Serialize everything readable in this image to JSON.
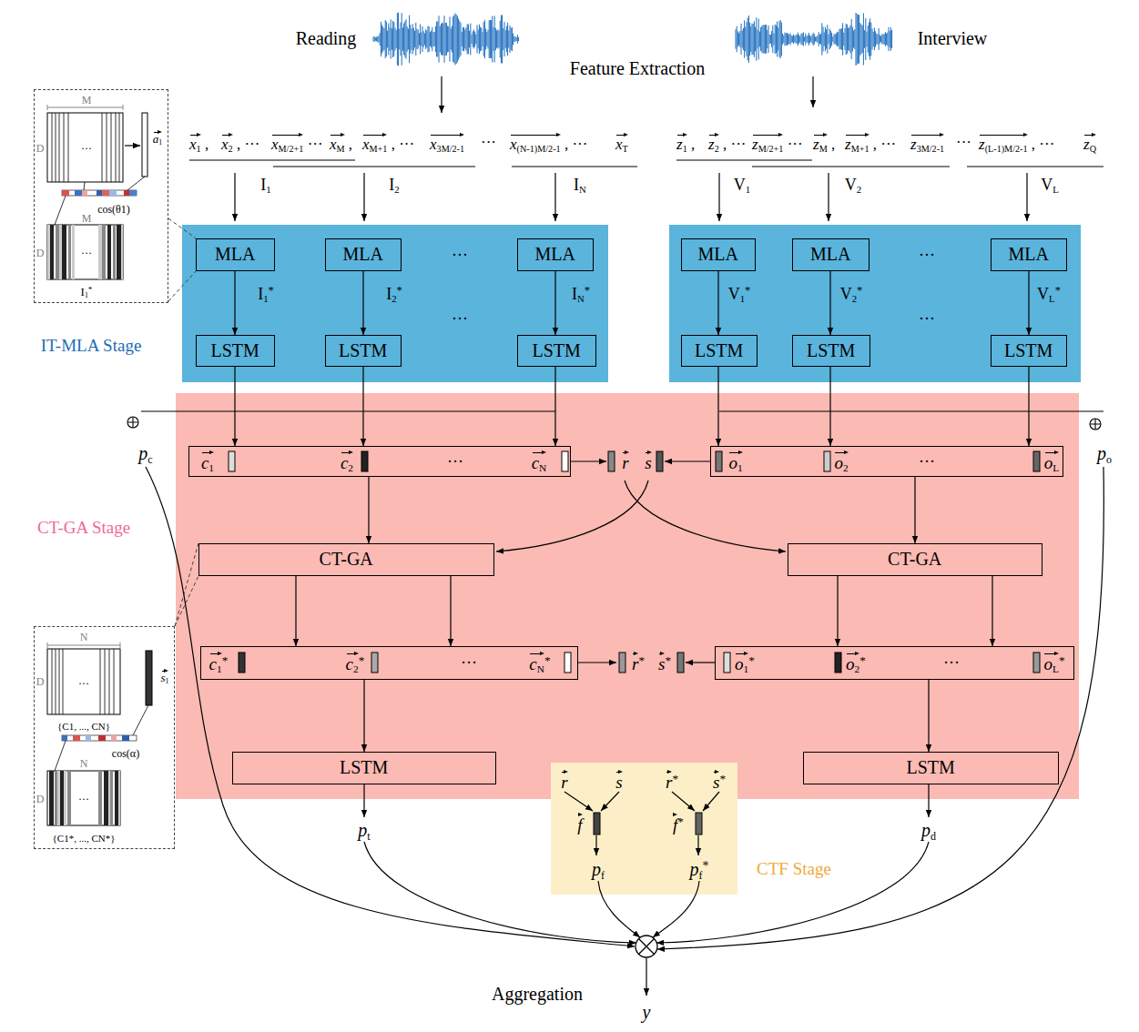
{
  "diagram": {
    "nodes": [
      {
        "text": [
          "IT-MLA Stage",
          "···",
          "···"
        ]
      },
      {
        "text": [
          "MLA"
        ],
        "in": 0
      },
      {
        "text": [
          "MLA"
        ],
        "in": 0
      },
      {
        "text": [
          "MLA"
        ],
        "in": 0
      },
      {
        "text": [
          "LSTM"
        ],
        "in": 0
      },
      {
        "text": [
          "LSTM"
        ],
        "in": 0
      },
      {
        "text": [
          "LSTM"
        ],
        "in": 0
      },
      {
        "text": [
          "···",
          "···"
        ]
      },
      {
        "text": [
          "MLA"
        ],
        "in": 7
      },
      {
        "text": [
          "MLA"
        ],
        "in": 7
      },
      {
        "text": [
          "MLA"
        ],
        "in": 7
      },
      {
        "text": [
          "LSTM"
        ],
        "in": 7
      },
      {
        "text": [
          "LSTM"
        ],
        "in": 7
      },
      {
        "text": [
          "LSTM"
        ],
        "in": 7
      },
      {
        "text": [
          "CT-GA Stage"
        ]
      },
      {
        "text": [
          "c1",
          "c2",
          "···",
          "cN"
        ],
        "in": 14
      },
      {
        "text": [
          "o1",
          "o2",
          "···",
          "oL"
        ],
        "in": 14
      },
      {
        "text": [
          "CT-GA"
        ],
        "in": 14
      },
      {
        "text": [
          "CT-GA"
        ],
        "in": 14
      },
      {
        "text": [
          "c1*",
          "c2*",
          "···",
          "cN*"
        ],
        "in": 14
      },
      {
        "text": [
          "o1*",
          "o2*",
          "···",
          "oL*"
        ],
        "in": 14
      },
      {
        "text": [
          "LSTM"
        ],
        "in": 14
      },
      {
        "text": [
          "LSTM"
        ],
        "in": 14
      },
      {
        "text": [
          "r",
          "s",
          "f",
          "r*",
          "s*",
          "f*",
          "pf",
          "pf*",
          "CTF Stage"
        ]
      },
      {
        "text": [
          "M",
          "D",
          "···",
          "a1",
          "cos(θ1)",
          "M",
          "D",
          "···",
          "I1*"
        ]
      },
      {
        "text": [
          "N",
          "D",
          "···",
          "s1",
          "{C1, ..., CN}",
          "cos(α)",
          "N",
          "D",
          "···",
          "{C1*, ..., CN*}"
        ]
      }
    ],
    "edges": [
      {
        "from": 1,
        "to": 4,
        "arrow": "to"
      },
      {
        "from": 2,
        "to": 5,
        "arrow": "to"
      },
      {
        "from": 3,
        "to": 6,
        "arrow": "to"
      },
      {
        "from": 8,
        "to": 11,
        "arrow": "to"
      },
      {
        "from": 9,
        "to": 12,
        "arrow": "to"
      },
      {
        "from": 10,
        "to": 13,
        "arrow": "to"
      },
      {
        "from": 4,
        "to": 15,
        "arrow": "to"
      },
      {
        "from": 5,
        "to": 15,
        "arrow": "to"
      },
      {
        "from": 6,
        "to": 15,
        "arrow": "to"
      },
      {
        "from": 11,
        "to": 16,
        "arrow": "to"
      },
      {
        "from": 12,
        "to": 16,
        "arrow": "to"
      },
      {
        "from": 13,
        "to": 16,
        "arrow": "to"
      },
      {
        "from": 15,
        "to": 17,
        "arrow": "to"
      },
      {
        "from": 16,
        "to": 18,
        "arrow": "to"
      },
      {
        "from": 17,
        "to": 19,
        "arrow": "to"
      },
      {
        "from": 17,
        "to": 19,
        "arrow": "to"
      },
      {
        "from": 18,
        "to": 20,
        "arrow": "to"
      },
      {
        "from": 18,
        "to": 20,
        "arrow": "to"
      },
      {
        "from": 19,
        "to": 21,
        "arrow": "to"
      },
      {
        "from": 20,
        "to": 22,
        "arrow": "to"
      }
    ],
    "labels": [
      "Reading",
      "Interview",
      "Feature Extraction",
      "x1 ,",
      "x2 , ···",
      "xM/2+1 ···",
      "xM ,",
      "xM+1 , ···",
      "x3M/2-1",
      "···",
      "x(N-1)M/2-1 , ···",
      "xT",
      "z1 ,",
      "z2 , ···",
      "zM/2+1 ···",
      "zM ,",
      "zM+1 , ···",
      "z3M/2-1",
      "···",
      "z(L-1)M/2-1 , ···",
      "zQ",
      "I1",
      "I2",
      "IN",
      "V1",
      "V2",
      "VL",
      "I1*",
      "I2*",
      "IN*",
      "V1*",
      "V2*",
      "VL*",
      "pc",
      "po",
      "r",
      "s",
      "r*",
      "s*",
      "pt",
      "pd",
      "Aggregation",
      "y"
    ]
  }
}
